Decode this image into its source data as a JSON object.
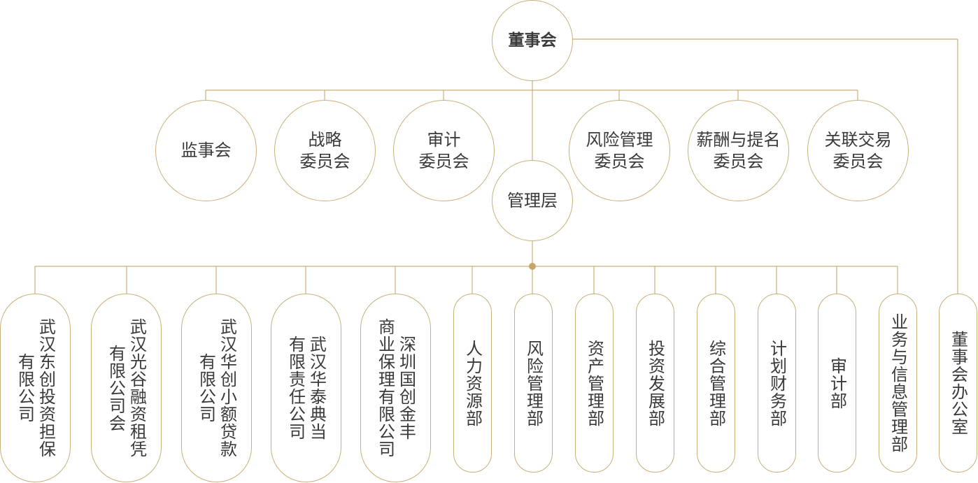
{
  "board": {
    "label": "董事会"
  },
  "management": {
    "label": "管理层"
  },
  "committees": [
    {
      "name": "supervisory-board",
      "label": "监事会"
    },
    {
      "name": "strategy-committee",
      "label": "战略\n委员会"
    },
    {
      "name": "audit-committee",
      "label": "审计\n委员会"
    },
    {
      "name": "risk-management-committee",
      "label": "风险管理\n委员会"
    },
    {
      "name": "compensation-nomination-committee",
      "label": "薪酬与提名\n委员会"
    },
    {
      "name": "related-transactions-committee",
      "label": "关联交易\n委员会"
    }
  ],
  "units": [
    {
      "name": "dongchuang-guarantee",
      "label": "武汉东创投资担保\n有限公司"
    },
    {
      "name": "guanggu-leasing",
      "label": "武汉光谷融资租凭\n有限公司会"
    },
    {
      "name": "huachuang-microloan",
      "label": "武汉华创小额贷款\n有限公司"
    },
    {
      "name": "huatai-pawn",
      "label": "武汉华泰典当\n有限责任公司"
    },
    {
      "name": "guochuang-factoring",
      "label": "深圳国创金丰\n商业保理有限公司"
    },
    {
      "name": "hr-department",
      "label": "人力资源部"
    },
    {
      "name": "risk-department",
      "label": "风险管理部"
    },
    {
      "name": "asset-department",
      "label": "资产管理部"
    },
    {
      "name": "investment-department",
      "label": "投资发展部"
    },
    {
      "name": "general-department",
      "label": "综合管理部"
    },
    {
      "name": "finance-department",
      "label": "计划财务部"
    },
    {
      "name": "audit-department",
      "label": "审计部"
    },
    {
      "name": "business-it-department",
      "label": "业务与信息管理部"
    }
  ],
  "board_office": {
    "label": "董事会办公室"
  }
}
